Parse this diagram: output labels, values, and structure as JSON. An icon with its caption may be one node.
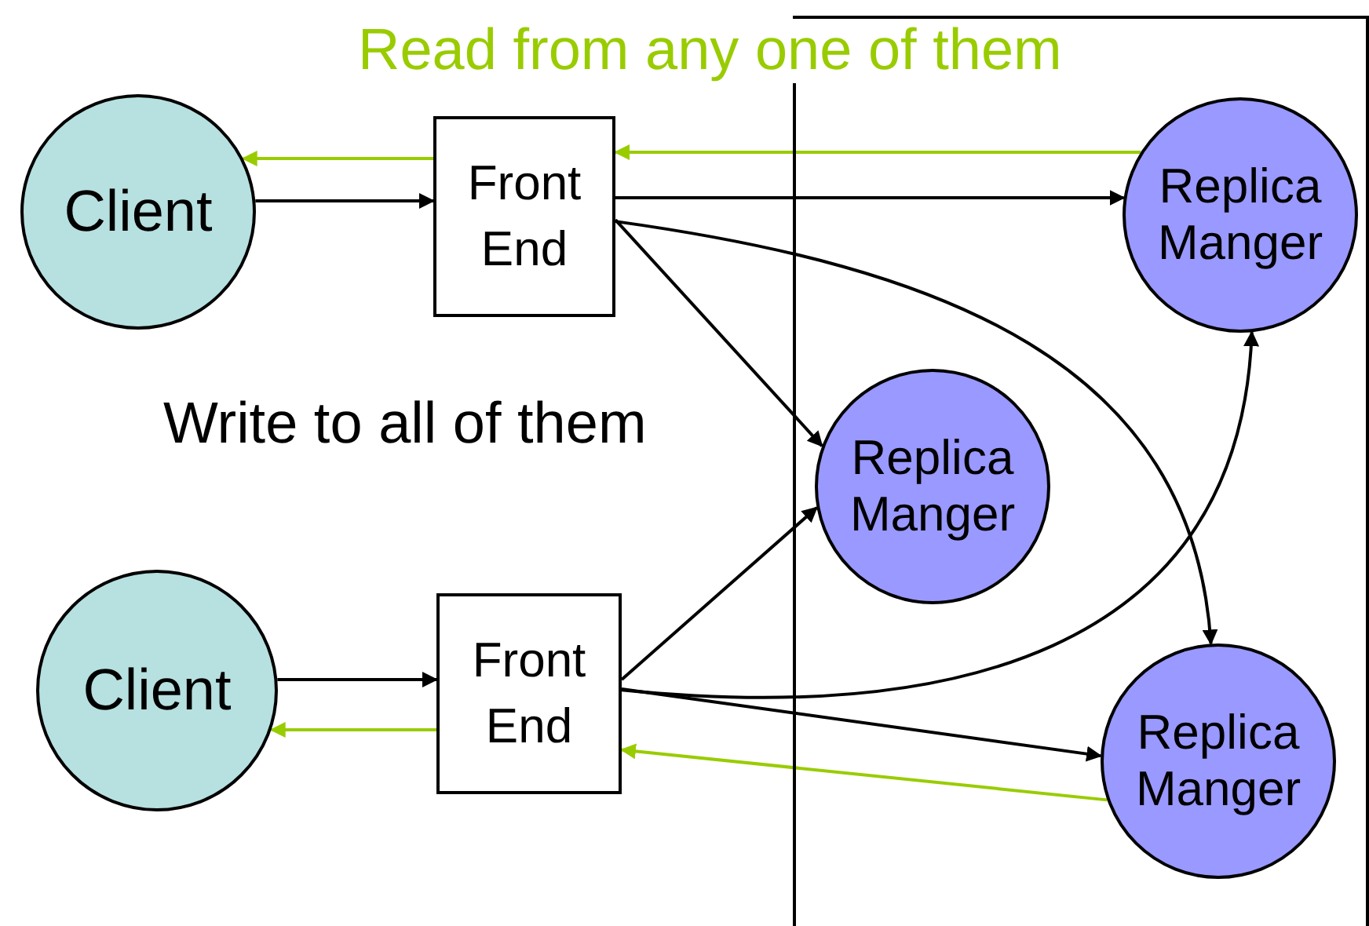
{
  "diagram": {
    "nodes": [
      {
        "text": [],
        "shape": "box"
      },
      {
        "text": [
          "Client"
        ]
      },
      {
        "text": [
          "Front End"
        ]
      },
      {
        "text": [
          "Replica Manger"
        ],
        "in": 0
      },
      {
        "text": [
          "Replica Manger"
        ],
        "in": 0
      },
      {
        "text": [
          "Client"
        ]
      },
      {
        "text": [
          "Front End"
        ]
      },
      {
        "text": [
          "Replica Manger"
        ],
        "in": 0
      }
    ],
    "edges": [
      {
        "from": 1,
        "to": 2,
        "arrow": "to"
      },
      {
        "from": 2,
        "to": 1,
        "arrow": "to",
        "color": "#99cc00"
      },
      {
        "from": 3,
        "to": 2,
        "arrow": "to",
        "color": "#99cc00"
      },
      {
        "from": 2,
        "to": 3,
        "arrow": "to"
      },
      {
        "from": 2,
        "to": 4,
        "arrow": "to"
      },
      {
        "from": 2,
        "to": 7,
        "arrow": "to"
      },
      {
        "from": 5,
        "to": 6,
        "arrow": "to"
      },
      {
        "from": 6,
        "to": 5,
        "arrow": "to",
        "color": "#99cc00"
      },
      {
        "from": 6,
        "to": 4,
        "arrow": "to"
      },
      {
        "from": 6,
        "to": 3,
        "arrow": "to"
      },
      {
        "from": 6,
        "to": 7,
        "arrow": "to"
      },
      {
        "from": 7,
        "to": 6,
        "arrow": "to",
        "color": "#99cc00"
      }
    ],
    "labels": [
      "Read from any one of them",
      "Write to all of them"
    ]
  }
}
